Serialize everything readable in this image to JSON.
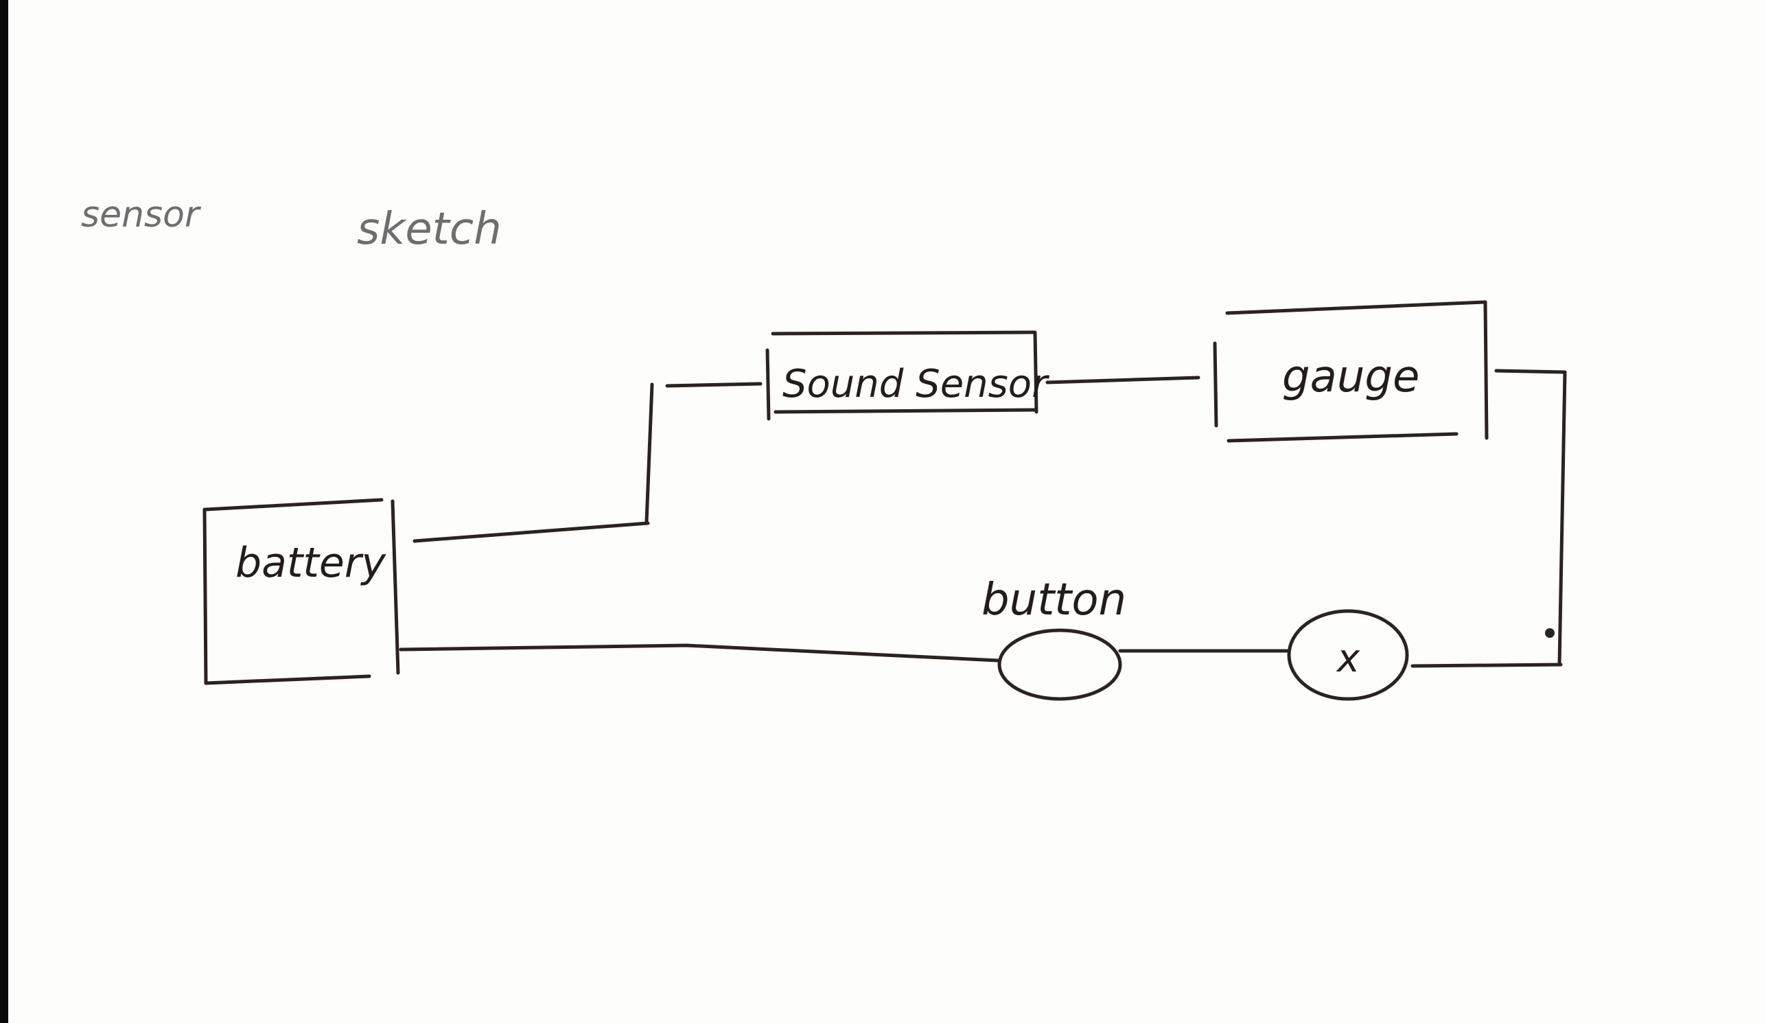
{
  "header": {
    "word1": "sensor",
    "word2": "sketch"
  },
  "diagram": {
    "components": {
      "battery": "battery",
      "sound_sensor": "Sound Sensor",
      "gauge": "gauge",
      "button": "button",
      "lamp": "x"
    }
  },
  "colors": {
    "ink": "#2a2320",
    "pencil": "#6e6e6e",
    "paper": "#fdfdfc"
  }
}
